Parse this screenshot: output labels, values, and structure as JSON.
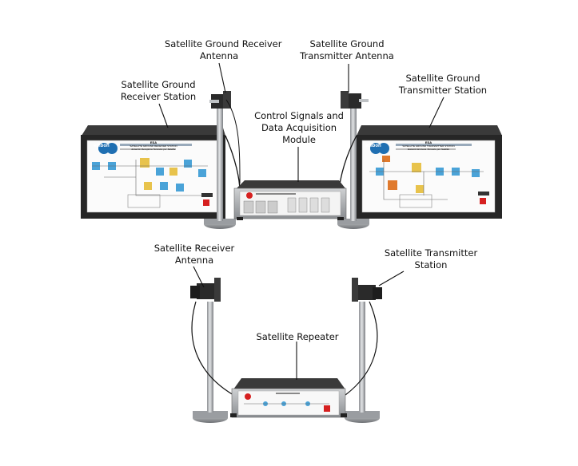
{
  "labels": {
    "ground_receiver_antenna": [
      "Satellite Ground Receiver",
      "Antenna"
    ],
    "ground_transmitter_antenna": [
      "Satellite Ground",
      "Transmitter Antenna"
    ],
    "ground_receiver_station": [
      "Satellite Ground",
      "Receiver Station"
    ],
    "ground_transmitter_station": [
      "Satellite Ground",
      "Transmitter Station"
    ],
    "control_module": [
      "Control Signals and",
      "Data Acquisition",
      "Module"
    ],
    "satellite_receiver_antenna": [
      "Satellite Receiver",
      "Antenna"
    ],
    "satellite_transmitter_station": [
      "Satellite Transmitter",
      "Station"
    ],
    "satellite_repeater": [
      "Satellite Repeater"
    ]
  },
  "panels": {
    "receiver": {
      "brand": "edibon",
      "code": "ESA",
      "title": "SATELLITE GROUND RECEIVER STATION",
      "subtitle": "Estación Receptora Terrestre por Satélite"
    },
    "transmitter": {
      "brand": "edibon",
      "code": "ESA",
      "title": "SATELLITE GROUND TRANSMITTER STATION",
      "subtitle": "Estación Emisora Terrestre por Satélite"
    }
  },
  "colors": {
    "cabinet": "#2b2b2b",
    "panel": "#ffffff",
    "metal": "#b9bcbf",
    "accent_red": "#d62020",
    "edibon_blue": "#1f6fb2"
  }
}
